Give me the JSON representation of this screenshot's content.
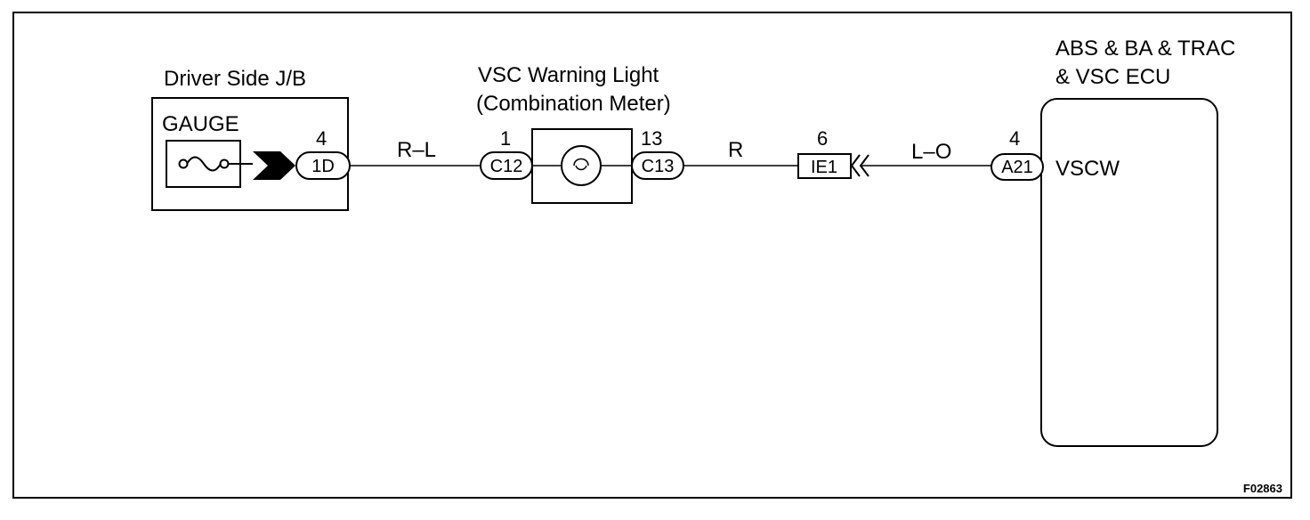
{
  "jb": {
    "title": "Driver Side J/B",
    "fuse_label": "GAUGE",
    "pin": "4",
    "connector": "1D"
  },
  "wire1": {
    "color": "R–L"
  },
  "meter": {
    "title_line1": "VSC Warning Light",
    "title_line2": "(Combination Meter)",
    "pin_in": "1",
    "conn_in": "C12",
    "pin_out": "13",
    "conn_out": "C13"
  },
  "wire2": {
    "color": "R"
  },
  "junction": {
    "pin": "6",
    "connector": "IE1"
  },
  "wire3": {
    "color": "L–O"
  },
  "ecu": {
    "title_line1": "ABS & BA & TRAC",
    "title_line2": "& VSC ECU",
    "pin": "4",
    "connector": "A21",
    "terminal": "VSCW"
  },
  "figure_id": "F02863"
}
